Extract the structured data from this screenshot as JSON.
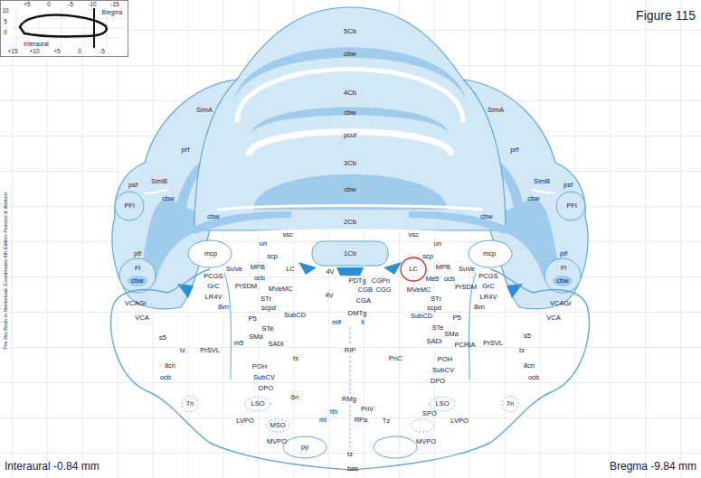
{
  "diagram": {
    "title": "Figure 115",
    "nodes": [
      {
        "text": [
          "LC"
        ]
      }
    ],
    "labels": [
      "+5",
      "0",
      "-5",
      "-10",
      "-15",
      "Bregma",
      "10",
      "5",
      "0",
      "Interaural",
      "+15",
      "+10",
      "+5",
      "0",
      "-5",
      "The Rat Brain in Stereotaxic Coordinates 6th Edition Paxinos & Watson",
      "Interaural -0.84 mm",
      "Bregma -9.84 mm",
      "5Cb",
      "cbw",
      "4Cb",
      "cbw",
      "pcuf",
      "3Cb",
      "cbw",
      "SimA",
      "SimA",
      "prf",
      "prf",
      "SimB",
      "SimB",
      "cbw",
      "cbw",
      "psf",
      "psf",
      "PFl",
      "PFl",
      "cbw",
      "cbw",
      "2Cb",
      "vsc",
      "vsc",
      "un",
      "un",
      "1Cb",
      "plf",
      "plf",
      "mcp",
      "mcp",
      "Fl",
      "Fl",
      "cbw",
      "cbw",
      "scp",
      "scp",
      "SuVe",
      "MPB",
      "LC",
      "PCGS",
      "ocb",
      "GrC",
      "PrSDM",
      "MVeMC",
      "LR4V",
      "STr",
      "8vn",
      "scpd",
      "SubCD",
      "VCAGr",
      "VCA",
      "P5",
      "STe",
      "SMa",
      "m5",
      "SADi",
      "s5",
      "tz",
      "PrSVL",
      "8cn",
      "POH",
      "ocb",
      "SubCV",
      "DPO",
      "7n",
      "LSO",
      "LVPO",
      "MSO",
      "MVPO",
      "MPB",
      "SuVe",
      "Me5",
      "ocb",
      "PCGS",
      "GrC",
      "PrSDM",
      "MVeMC",
      "LR4V",
      "STr",
      "8vn",
      "scpd",
      "SubCD",
      "VCAGr",
      "VCA",
      "P5",
      "STe",
      "SMa",
      "SADi",
      "PCRtA",
      "PrSVL",
      "s5",
      "tz",
      "8cn",
      "ocb",
      "POH",
      "SubCV",
      "DPO",
      "7n",
      "LSO",
      "SPO",
      "LVPO",
      "MVPO",
      "4V",
      "PDTg",
      "CGPn",
      "CGB",
      "CGG",
      "4V",
      "CGA",
      "DMTg",
      "mlf",
      "ll",
      "RIP",
      "ts",
      "PnC",
      "6n",
      "RMg",
      "PnV",
      "tth",
      "ml",
      "RPa",
      "Tz",
      "py",
      "tz",
      "bas"
    ]
  }
}
